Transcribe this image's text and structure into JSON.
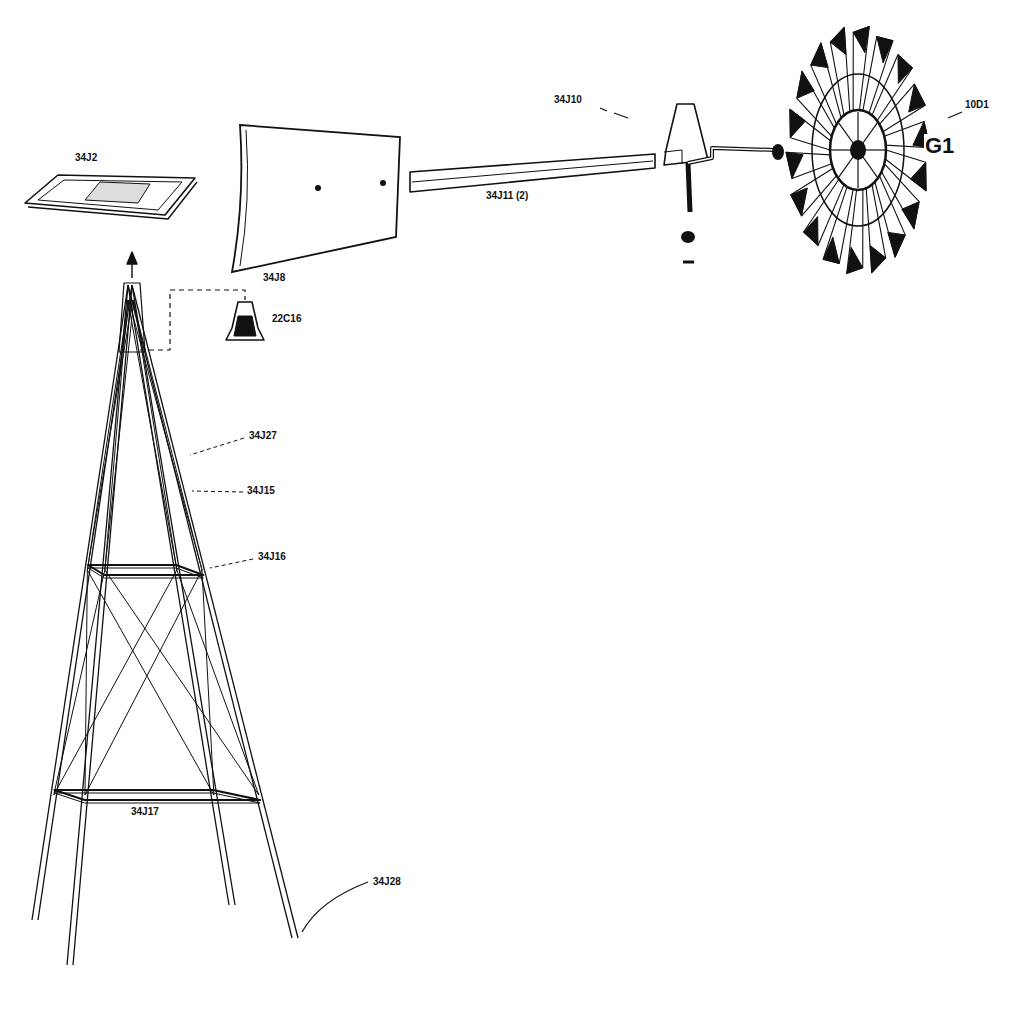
{
  "diagram": {
    "labels": [
      "34J2",
      "34J8",
      "34J11 (2)",
      "34J10",
      "10D1",
      "G1",
      "22C16",
      "34J27",
      "34J15",
      "34J16",
      "34J17",
      "34J28"
    ]
  }
}
